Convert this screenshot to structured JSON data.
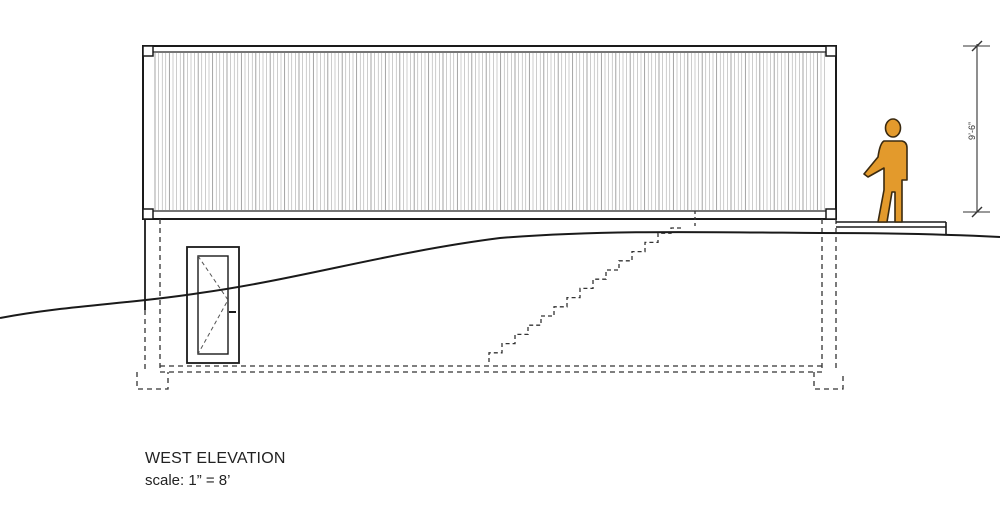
{
  "drawing": {
    "title": "WEST ELEVATION",
    "scale_label": "scale: 1” = 8’",
    "dimension_label": "9’-6”",
    "colors": {
      "line": "#1a1a1a",
      "hidden_line": "#333333",
      "corrugation": "#9a9a9a",
      "figure_fill": "#e39a2c",
      "figure_stroke": "#3a2a10"
    },
    "figure_icon": "human-scale-figure-icon",
    "door_icon": "door-icon",
    "stair_icon": "hidden-stair-icon"
  }
}
